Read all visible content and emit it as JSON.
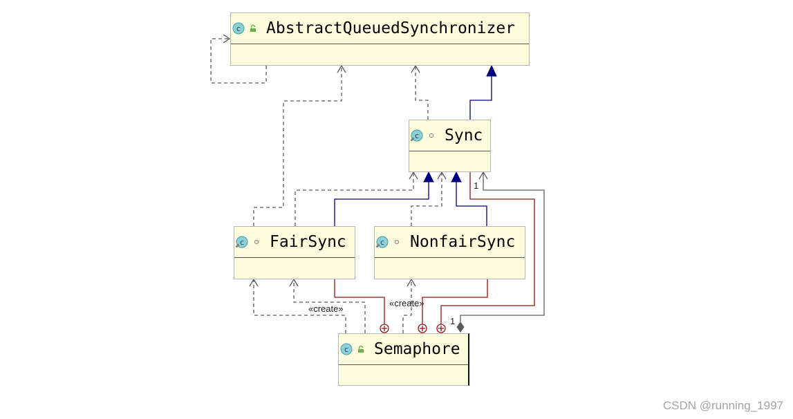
{
  "classes": {
    "aqs": {
      "name": "AbstractQueuedSynchronizer",
      "icon": "class-icon",
      "modifier_icon": "lock-icon"
    },
    "sync": {
      "name": "Sync",
      "icon": "class-icon",
      "modifier_icon": "package-private-icon"
    },
    "fair_sync": {
      "name": "FairSync",
      "icon": "class-icon",
      "modifier_icon": "package-private-icon"
    },
    "nonfair_sync": {
      "name": "NonfairSync",
      "icon": "class-icon",
      "modifier_icon": "package-private-icon"
    },
    "semaphore": {
      "name": "Semaphore",
      "icon": "class-icon",
      "modifier_icon": "lock-icon"
    }
  },
  "icon_letter": "c",
  "labels": {
    "fair_create": "«create»",
    "nonfair_create": "«create»",
    "sync_multiplicity": "1",
    "semaphore_multiplicity": "1"
  },
  "watermark": "CSDN @running_1997",
  "colors": {
    "box": "#fefedf",
    "border": "#b4b4b4",
    "divider": "#555555",
    "dashed": "#5a5a5a",
    "extends": "#00007f",
    "inner_class": "#8b1414",
    "composition": "#5a5a5a",
    "class_icon": "#8dd0d9",
    "lock_icon": "#6cb33f",
    "watermark": "#a3a3a3",
    "selection": "#111111"
  }
}
